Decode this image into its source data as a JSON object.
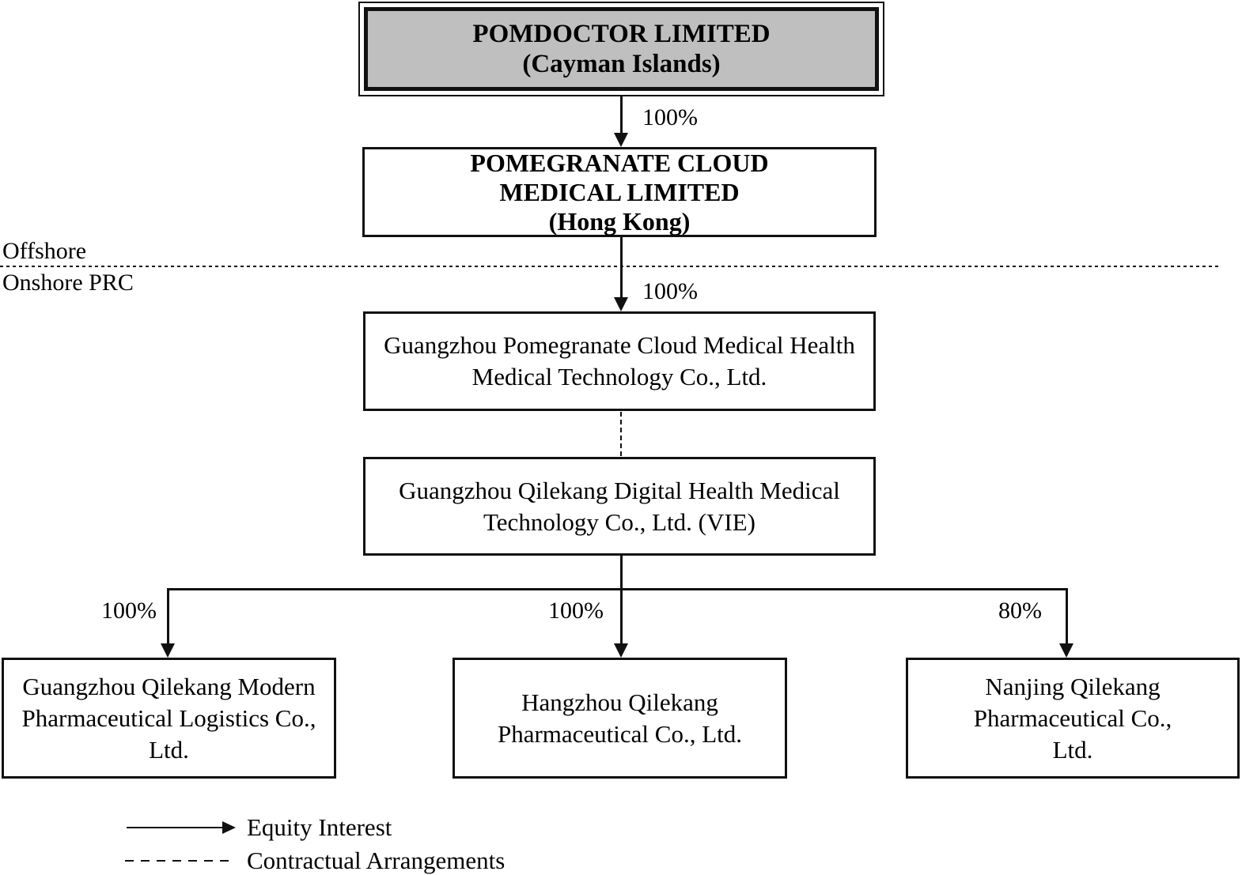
{
  "diagram": {
    "title_hint": "corporate ownership structure chart",
    "nodes": {
      "pomdoctor": {
        "lines": [
          "POMDOCTOR LIMITED",
          "(Cayman Islands)"
        ]
      },
      "pomegranate_hk": {
        "lines": [
          "POMEGRANATE CLOUD",
          "MEDICAL LIMITED",
          "(Hong Kong)"
        ]
      },
      "guangzhou_wfoe": {
        "lines": [
          "Guangzhou Pomegranate Cloud Medical Health",
          "Medical Technology Co., Ltd."
        ]
      },
      "vie": {
        "lines": [
          "Guangzhou Qilekang Digital Health Medical",
          "Technology Co., Ltd. (VIE)"
        ]
      },
      "guangzhou_logistics": {
        "lines": [
          "Guangzhou Qilekang Modern",
          "Pharmaceutical Logistics Co.,",
          "Ltd."
        ]
      },
      "hangzhou": {
        "lines": [
          "Hangzhou Qilekang",
          "Pharmaceutical Co., Ltd."
        ]
      },
      "nanjing": {
        "lines": [
          "Nanjing Qilekang",
          "Pharmaceutical Co.,",
          "Ltd."
        ]
      }
    },
    "edge_labels": {
      "pomdoctor_to_hk": "100%",
      "hk_to_wfoe": "100%",
      "vie_to_logistics": "100%",
      "vie_to_hangzhou": "100%",
      "vie_to_nanjing": "80%"
    },
    "region_labels": {
      "offshore": "Offshore",
      "onshore": "Onshore PRC"
    },
    "legend": {
      "equity": "Equity Interest",
      "contractual": "Contractual Arrangements"
    },
    "colors": {
      "holdco_fill": "#bfbfbf",
      "line": "#111111",
      "background": "#ffffff"
    }
  }
}
